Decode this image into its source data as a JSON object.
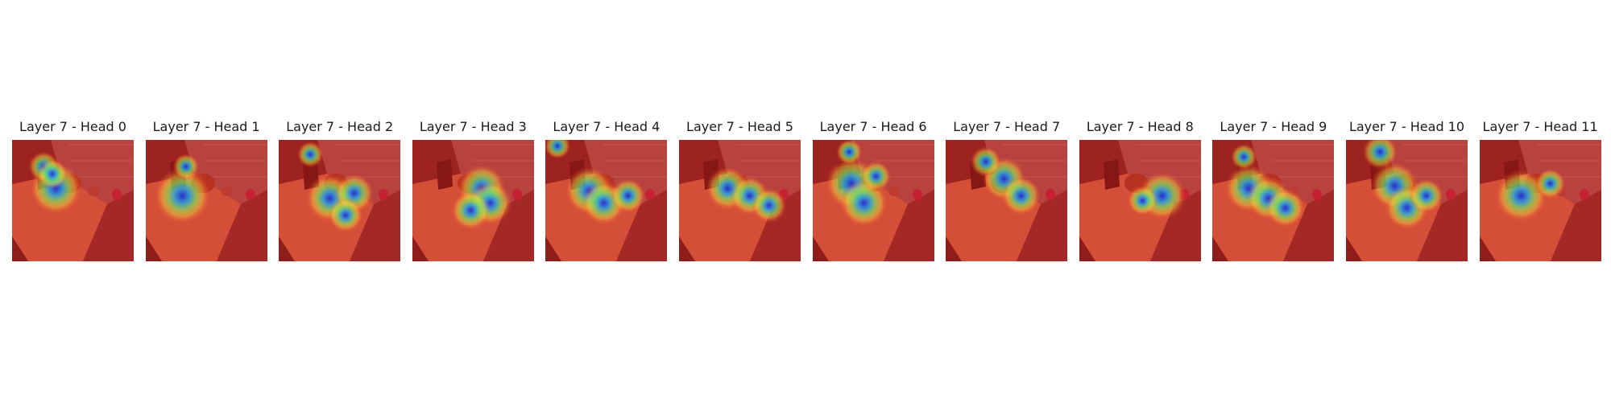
{
  "figure": {
    "panels": [
      {
        "title": "Layer 7 - Head 0",
        "hot": [
          [
            0.36,
            0.4,
            0.12
          ],
          [
            0.26,
            0.22,
            0.07
          ],
          [
            0.33,
            0.28,
            0.07
          ]
        ]
      },
      {
        "title": "Layer 7 - Head 1",
        "hot": [
          [
            0.3,
            0.46,
            0.13
          ],
          [
            0.33,
            0.22,
            0.06
          ]
        ]
      },
      {
        "title": "Layer 7 - Head 2",
        "hot": [
          [
            0.26,
            0.12,
            0.06
          ],
          [
            0.42,
            0.48,
            0.11
          ],
          [
            0.62,
            0.44,
            0.09
          ],
          [
            0.55,
            0.62,
            0.08
          ]
        ]
      },
      {
        "title": "Layer 7 - Head 3",
        "hot": [
          [
            0.57,
            0.4,
            0.11
          ],
          [
            0.64,
            0.52,
            0.1
          ],
          [
            0.48,
            0.58,
            0.09
          ]
        ]
      },
      {
        "title": "Layer 7 - Head 4",
        "hot": [
          [
            0.36,
            0.42,
            0.11
          ],
          [
            0.48,
            0.52,
            0.1
          ],
          [
            0.68,
            0.46,
            0.08
          ],
          [
            0.1,
            0.05,
            0.06
          ]
        ]
      },
      {
        "title": "Layer 7 - Head 5",
        "hot": [
          [
            0.4,
            0.4,
            0.1
          ],
          [
            0.58,
            0.46,
            0.09
          ],
          [
            0.74,
            0.54,
            0.08
          ]
        ]
      },
      {
        "title": "Layer 7 - Head 6",
        "hot": [
          [
            0.32,
            0.36,
            0.12
          ],
          [
            0.42,
            0.52,
            0.11
          ],
          [
            0.3,
            0.1,
            0.06
          ],
          [
            0.52,
            0.3,
            0.07
          ]
        ]
      },
      {
        "title": "Layer 7 - Head 7",
        "hot": [
          [
            0.48,
            0.32,
            0.1
          ],
          [
            0.62,
            0.46,
            0.09
          ],
          [
            0.33,
            0.18,
            0.07
          ]
        ]
      },
      {
        "title": "Layer 7 - Head 8",
        "hot": [
          [
            0.68,
            0.46,
            0.11
          ],
          [
            0.52,
            0.5,
            0.07
          ]
        ]
      },
      {
        "title": "Layer 7 - Head 9",
        "hot": [
          [
            0.3,
            0.4,
            0.11
          ],
          [
            0.46,
            0.48,
            0.1
          ],
          [
            0.6,
            0.56,
            0.09
          ],
          [
            0.26,
            0.14,
            0.06
          ]
        ]
      },
      {
        "title": "Layer 7 - Head 10",
        "hot": [
          [
            0.28,
            0.1,
            0.08
          ],
          [
            0.4,
            0.38,
            0.11
          ],
          [
            0.5,
            0.56,
            0.1
          ],
          [
            0.66,
            0.46,
            0.08
          ]
        ]
      },
      {
        "title": "Layer 7 - Head 11",
        "hot": [
          [
            0.34,
            0.46,
            0.12
          ],
          [
            0.58,
            0.36,
            0.07
          ]
        ]
      }
    ]
  }
}
